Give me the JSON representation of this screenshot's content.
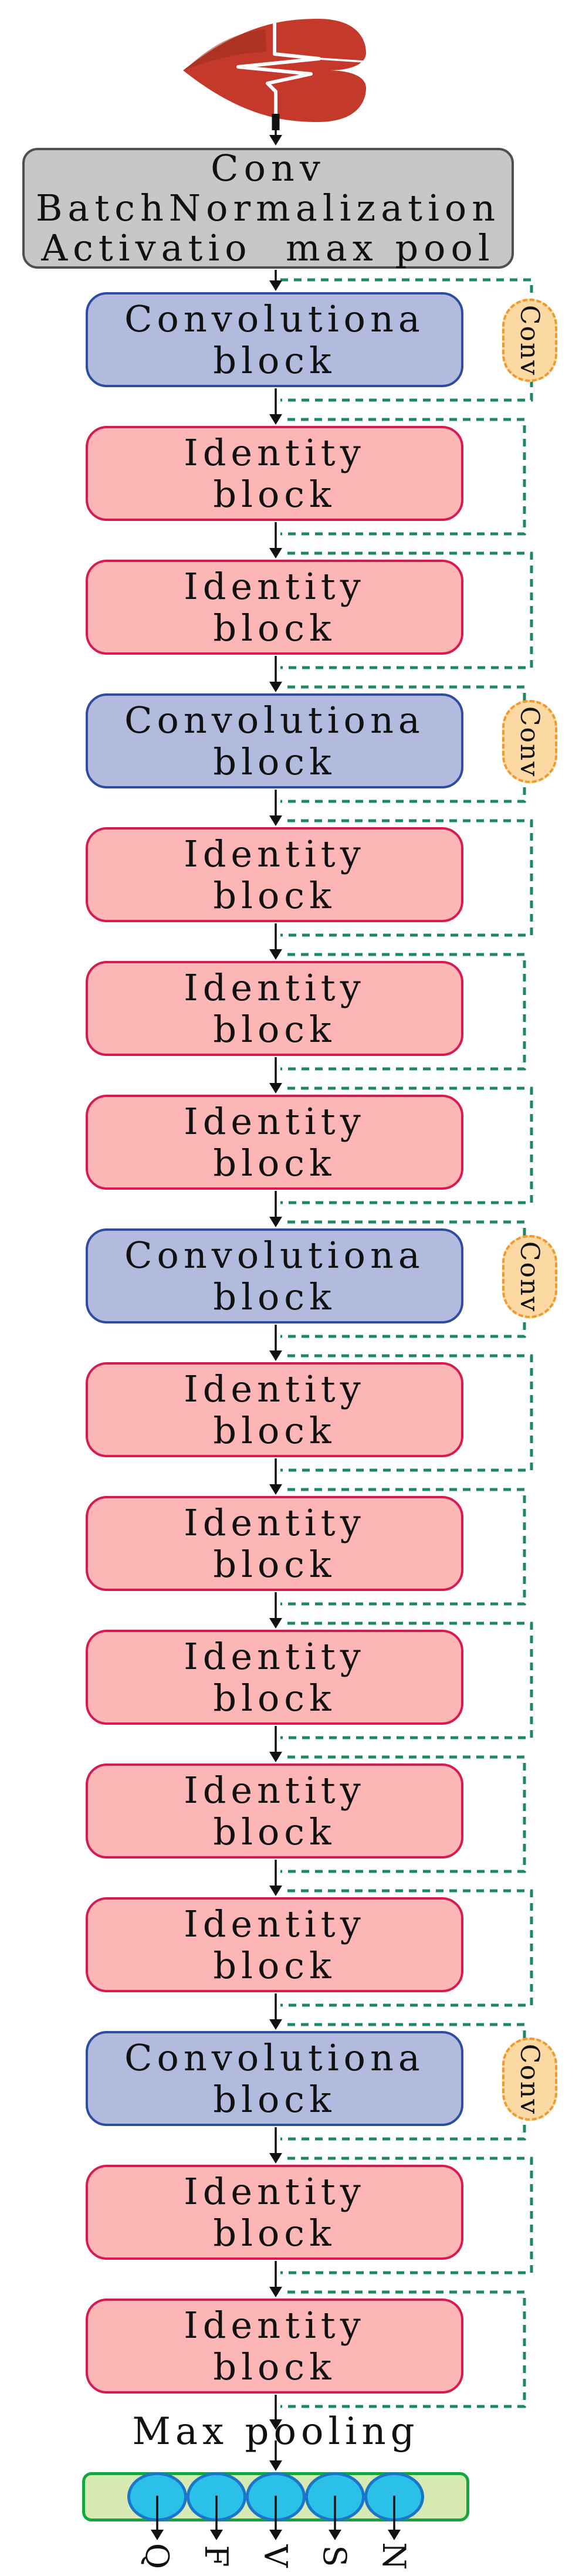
{
  "figure": {
    "description": "ResNet-style ECG heartbeat classification architecture",
    "input_icon": "heart-ecg-icon"
  },
  "stem_block": {
    "lines": [
      "Conv",
      "BatchNormalization",
      "Activatio  max pool"
    ]
  },
  "network": {
    "labels": {
      "conv": [
        "Convolutiona",
        "block"
      ],
      "identity": [
        "Identity",
        "block"
      ],
      "shortcut": "Conv"
    },
    "sequence": [
      "conv",
      "identity",
      "identity",
      "conv",
      "identity",
      "identity",
      "identity",
      "conv",
      "identity",
      "identity",
      "identity",
      "identity",
      "identity",
      "conv",
      "identity",
      "identity"
    ]
  },
  "pooling": {
    "label": "Max pooling"
  },
  "output": {
    "classes": [
      "Q",
      "F",
      "V",
      "S",
      "N"
    ]
  },
  "colors": {
    "heart_red": "#c5392b",
    "heart_shade": "#9c2f1e",
    "ecg_white": "#ffffff",
    "stem_fill": "#c7c7c7",
    "stem_border": "#4f4f4f",
    "conv_fill": "#b2bade",
    "conv_border": "#2f4da0",
    "identity_fill": "#fcb6b6",
    "identity_border": "#d81b4f",
    "shortcut_fill": "#fcd9a2",
    "shortcut_border": "#ee9a2e",
    "skip_line": "#1c8a5e",
    "arrow": "#111111",
    "outbox_fill": "#d6e9b2",
    "outbox_border": "#15a73e",
    "neuron_fill": "#2ac0e8",
    "neuron_border": "#1976c8"
  }
}
